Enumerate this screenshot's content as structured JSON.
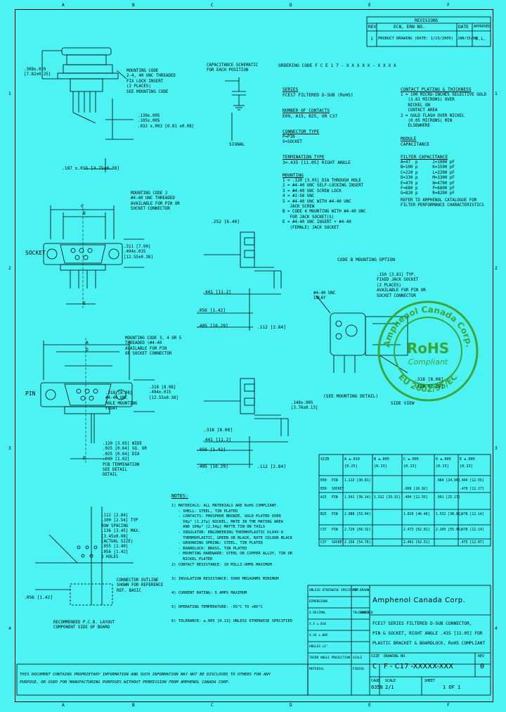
{
  "border": {
    "columns_top": [
      "A",
      "B",
      "C",
      "D",
      "E",
      "F"
    ],
    "columns_bottom": [
      "A",
      "B",
      "C",
      "D",
      "E",
      "F"
    ],
    "rows": [
      "1",
      "2",
      "3",
      "4"
    ]
  },
  "revisions": {
    "title": "REVISIONS",
    "headers": [
      "REV",
      "ECN, ERN NO.",
      "DATE",
      "APPROVED"
    ],
    "row": [
      "1",
      "PRODUCT DRAWING (DATE: 1/23/2005)",
      "JAN/15/08",
      "K.L."
    ]
  },
  "left": {
    "dim_top": ".308±.010 [7.82±0.25]",
    "note_mount_code": [
      "MOUNTING CODE",
      "2-4, 40 UNC THREADED",
      "FIX LOCK INSERT",
      "(2 PLACES)",
      "SEE MOUNTING CODE"
    ],
    "dim_mid": [
      ".130±.005",
      ".105±.005",
      ".032 ±.003 [0.81 ±0.08]"
    ],
    "dim_bot": ".187 ±.015 [4.75±0.38]",
    "mount_code2": [
      "MOUNTING CODE 2",
      "#4-40 UNC THREADED",
      "AVAILABLE FOR PIN OR",
      "SOCKET CONNECTOR"
    ],
    "socket_label": "SOCKET",
    "pin_label": "PIN",
    "dim_c": "C",
    "dim_b": "B",
    "dim_e": "E",
    "dim_a": "A",
    "dim_d": "D",
    "dim_socket": [
      ".311 [7.90]",
      ".494±.015",
      "[12.55±0.38]"
    ],
    "mount_code3": [
      "MOUNTING CODE 3, 4 OR 5",
      "THREADED (#4-40",
      "AVAILABLE FOR PIN",
      "OR SOCKET CONNECTOR"
    ],
    "dim_pin": [
      ".318 [8.08]",
      ".494±.015",
      "[12.55±0.38]"
    ],
    "dim_pin2": [
      ".318 [8.08]",
      "#4-40 UNC",
      "HOLE MOUNTING",
      "FLOAT"
    ],
    "pcb_term": [
      ".120 [3.05] WIDE",
      ".025 [0.64] SQ. OR",
      ".025 [0.64] DIA",
      ".040 [1.02]",
      "PCB TERMINATION",
      "SEE DETAIL",
      "DETAIL"
    ],
    "pcb_layout": [
      ".112 [2.84]",
      ".100 [2.54] TYP",
      "ROW SPACING",
      ".136 [3.45] MAX.",
      "[3.45±0.08]",
      "(ACTUAL SIZE)",
      ".055 [1.40]",
      ".056 [1.42]",
      "2 HOLES"
    ],
    "pcb_caption": [
      "RECOMMENDED P.C.B. LAYOUT",
      "COMPONENT SIDE OF BOARD"
    ],
    "pcb_note": [
      "CONNECTOR OUTLINE",
      "SHOWN FOR REFERENCE",
      "REF. BASIC"
    ],
    "dim_056": ".056 [1.42]"
  },
  "middle": {
    "schematic_title": [
      "CAPACITANCE SCHEMATIC",
      "FOR EACH POSITION"
    ],
    "schematic_label": "SIGNAL",
    "side_dims": [
      ".252 [6.40]",
      ".441 [11.2]",
      ".056 [1.42]",
      ".405 [10.29]",
      ".112 [2.84]"
    ],
    "mount_dims": [
      ".318 [8.08]",
      ".441 [11.2]",
      ".056 [1.42]",
      ".405 [10.29]",
      ".112 [2.84]",
      ".148±.005",
      "[3.76±0.13]"
    ],
    "ordering_code": "ORDERING CODE   F C E 1 7 - X X X X X - X X X X",
    "series_title": "SERIES",
    "series_text": "FCE17 FILTERED D-SUB (RoHS)",
    "contacts_title": "NUMBER OF CONTACTS",
    "contacts_text": "E09, A15, B25, OR C37",
    "gender_title": "CONNECTOR TYPE",
    "gender_text": [
      "P=PIN",
      "S=SOCKET"
    ],
    "term_title": "TERMINATION TYPE",
    "term_text": "3=.435 [11.05] RIGHT ANGLE",
    "mounting_title": "MOUNTING",
    "mounting_text": [
      "1 = .120 [3.05] DIA THROUGH HOLE",
      "2 = #4-40 UNC SELF-LOCKING INSERT",
      "3 = #4-40 UNC SCREW LOCK",
      "4 = #2-56 UNC",
      "5 = #4-40 UNC WITH #4-40 UNC",
      "   JACK SCREW",
      "B = CODE 4 MOUNTING WITH #4-40 UNC",
      "   FOR JACK SOCKET(S)",
      "E = #4-40 UNC INSERT + #4-40",
      "   (FEMALE) JACK SOCKET"
    ],
    "contact_title": "CONTACT PLATING & THICKNESS",
    "contact_text": [
      "1 = 100 MICRO-INCHES SELECTIVE GOLD",
      "   (3.81 MICRONS) OVER",
      "   NICKEL ON",
      "   CONTACT AREA",
      "2 = GOLD FLASH OVER NICKEL",
      "   (0.05 MICRONS) MIN",
      "   ELSEWHERE"
    ],
    "module_title": "MODULE",
    "module_text": "CAPACITANCE",
    "filter_title": "FILTER CAPACITANCE",
    "filter_text": [
      "A=47  p      J=1000 pF",
      "B=100 p      K=1500 pF",
      "C=220 p      L=2200 pF",
      "D=330 p      M=3300 pF",
      "E=470 p      N=4700 pF",
      "F=680 p      P=6800 pF",
      "G=820 p      R=8200 pF"
    ],
    "filter_note": [
      "REFER TO AMPHENOL CATALOGUE FOR",
      "FILTER PERFORMANCE CHARACTERISTICS"
    ],
    "mount_option_title": "CODE B MOUNTING OPTION",
    "mount_option_a": [
      "#4-40 UNC",
      "INLAY"
    ],
    "mount_option_b": [
      ".150 [3.81] TYP.",
      "FIXED JACK SOCKET",
      "(2 PLACES)",
      "AVAILABLE FOR PIN OR",
      "SOCKET CONNECTOR"
    ],
    "mount_option_dims": [
      ".318 [8.08]",
      ".128 [3.25]"
    ],
    "mount_option_caption": "(SEE MOUNTING DETAIL)",
    "side_caption": "SIDE VIEW"
  },
  "dims_table": {
    "headers": [
      "SIZE",
      "A ±.010",
      "B ±.005",
      "C ±.005",
      "D ±.005",
      "E ±.005"
    ],
    "subheaders": [
      "",
      "[0.25]",
      "[0.13]",
      "[0.13]",
      "[0.13]",
      "[0.13]"
    ],
    "rows": [
      [
        "E09",
        "PIN",
        "1.213 [30.81]",
        "",
        "",
        "",
        ".984 [24.99]",
        ".494 [12.55]"
      ],
      [
        "E09",
        "SOCKET",
        "",
        "",
        ".666 [16.92]",
        "",
        "",
        ".479 [12.17]"
      ],
      [
        "A15",
        "PIN",
        "1.541 [39.14]",
        "1.312 [33.32]",
        ".494 [12.55]",
        "",
        ".991 [25.17]",
        ""
      ],
      [
        "B25",
        "PIN",
        "2.088 [53.04]",
        "",
        "1.829 [46.46]",
        "",
        "1.532 [38.91]",
        ".478 [12.14]"
      ],
      [
        "C37",
        "PIN",
        "2.729 [69.32]",
        "",
        "2.473 [62.81]",
        "",
        "2.203 [55.96]",
        ".478 [12.14]"
      ],
      [
        "C37",
        "SOCKET",
        "2.156 [54.76]",
        "",
        "2.461 [62.51]",
        "",
        "",
        ".475 [12.07]"
      ]
    ]
  },
  "notes": {
    "title": "NOTES:",
    "items": [
      "1) MATERIALS: ALL MATERIALS ARE RoHS COMPLIANT.",
      "   - SHELL: STEEL, TIN PLATED",
      "   - CONTACTS: PHOSPHOR BRONZE, GOLD PLATED OVER",
      "     50µ\" [1.27µ] NICKEL, MATE IN THE MATING AREA",
      "     AND 100µ\" [2.54µ] MATTE TIN ON TAILS",
      "   - INSULATOR: ENGINEERING THERMOPLASTIC UL94V-0",
      "     THERMOPLASTIC, GREEN OR BLACK, RATE COLOUR BLACK",
      "   - GROUNDING SPRING: STEEL, TIN PLATED",
      "   - BOARDLOCK: BRASS, TIN PLATED",
      "   - MOUNTING HARDWARE: STEEL OR COPPER ALLOY, TIN OR",
      "     NICKEL PLATED",
      "2) CONTACT RESISTANCE: 10 MILLI-OHMS MAXIMUM",
      "3) INSULATION RESISTANCE: 5000 MEGAOHMS MINIMUM",
      "4) CURRENT RATING: 5 AMPS MAXIMUM",
      "5) OPERATING TEMPERATURE: -55°C TO +85°C",
      "6) TOLERANCE: ±.005 [0.13] UNLESS OTHERWISE SPECIFIED"
    ]
  },
  "title_block": {
    "left_rows": [
      [
        "UNLESS OTHERWISE SPECIFIED",
        "APP.",
        "DRAWN"
      ],
      [
        "DIMENSIONS",
        "",
        ""
      ],
      [
        "X DECIMAL",
        "TOLERANCE",
        "CHECKED"
      ],
      [
        "X.X ±.010",
        "",
        ""
      ],
      [
        "X.XX ±.005",
        "",
        ""
      ],
      [
        "ANGLES ±1°",
        "",
        ""
      ],
      [
        "THIRD ANGLE PROJECTION",
        "SCALE",
        ""
      ],
      [
        "MATERIAL",
        "FINISH",
        ""
      ]
    ],
    "company": "Amphenol Canada Corp.",
    "title_lines": [
      "FCE17 SERIES FILTERED D-SUB CONNECTOR,",
      "PIN & SOCKET, RIGHT ANGLE .435 [11.05] FOR",
      "PLASTIC BRACKET & BOARDLOCK, RoHS COMPLIANT"
    ],
    "size_label": "SIZE",
    "size_value": "C",
    "dwg_label": "DRAWING NO.",
    "part_no": "F - C17 -XXXXX-XXX",
    "rev_label": "REV",
    "rev_value": "0",
    "scale_label": "SCALE",
    "scale_value": "2/1",
    "sheet_label": "SHEET",
    "sheet_value": "1 OF 1",
    "cage_label": "CAGE",
    "cage_value": "0358"
  },
  "disclaimer": [
    "THIS DOCUMENT CONTAINS PROPRIETARY INFORMATION AND SUCH INFORMATION MAY NOT BE DISCLOSED TO OTHERS FOR ANY",
    "PURPOSE, OR USED FOR MANUFACTURING PURPOSES WITHOUT PERMISSION FROM AMPHENOL CANADA CORP."
  ],
  "stamp": {
    "top": "Amphenol Canada Corp.",
    "center": "RoHS",
    "sub": "Compliant",
    "bottom": "EU 2002/95/EC",
    "color": "#3aa63a"
  },
  "colors": {
    "background": "#4df2f2",
    "ink": "#000000",
    "stamp": "#3aa63a"
  }
}
